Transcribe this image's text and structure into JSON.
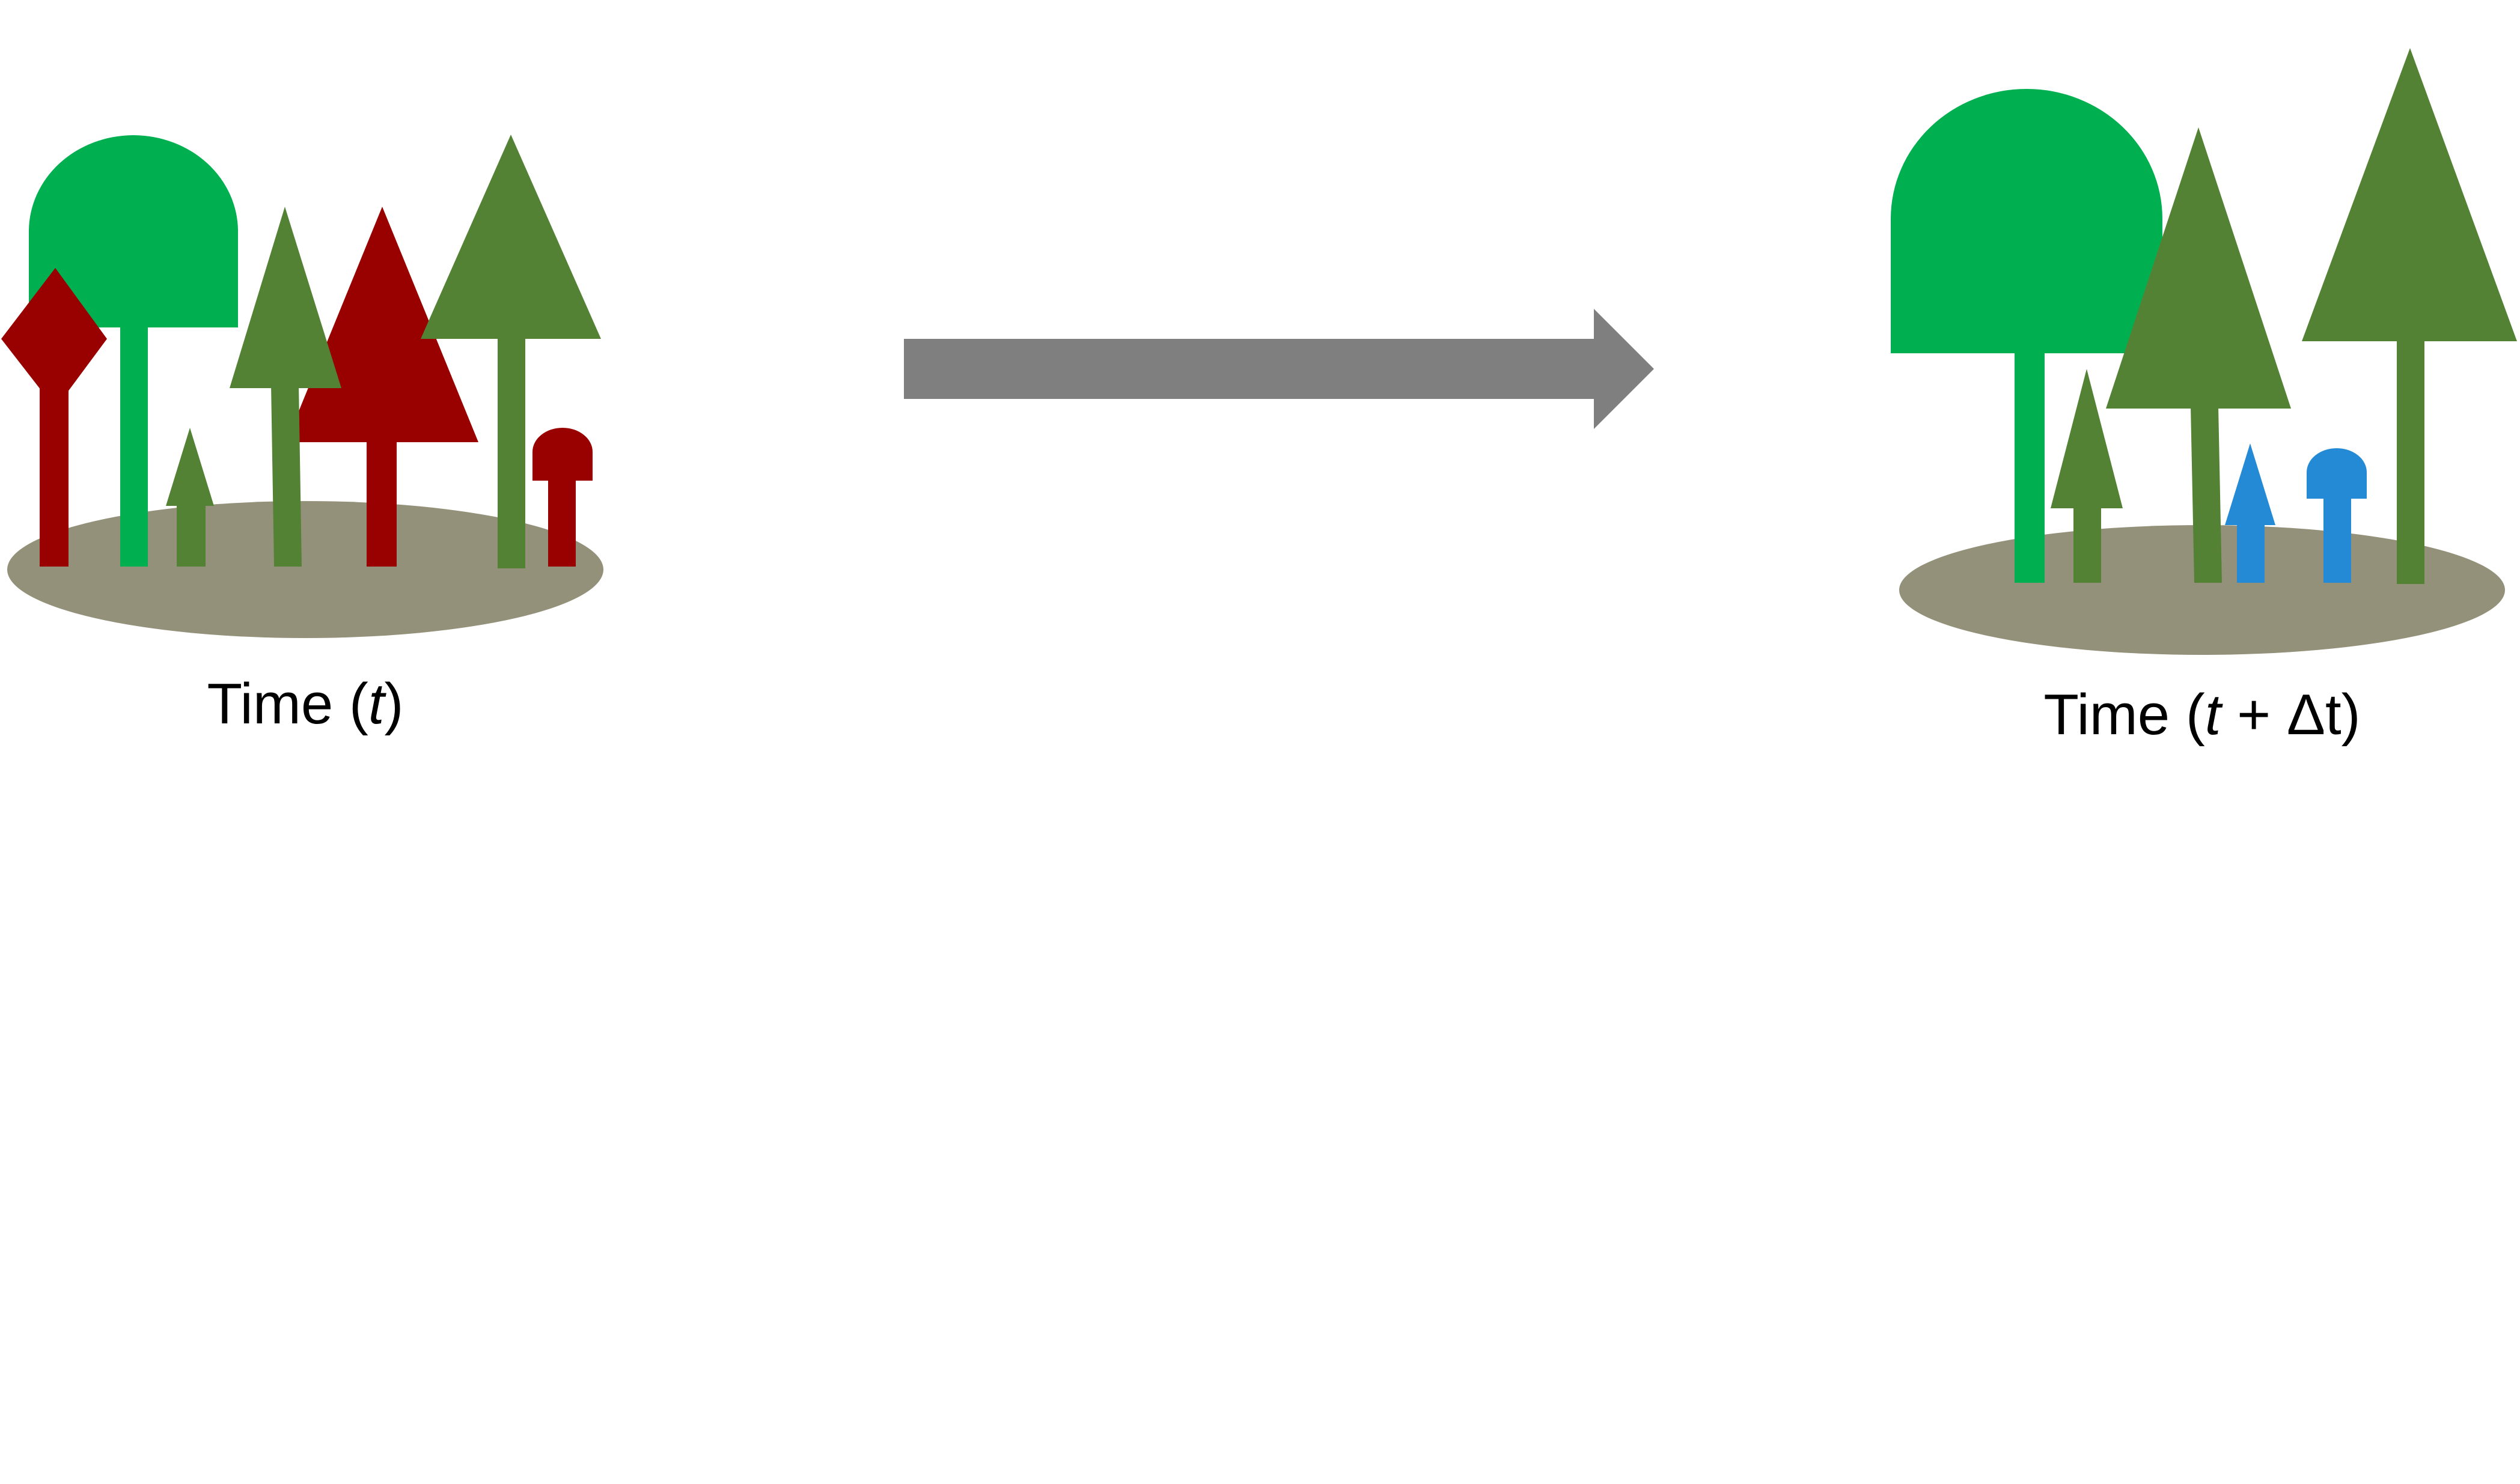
{
  "colors": {
    "background": "#ffffff",
    "ground": "#94917b",
    "bright_green_tree": "#00b050",
    "olive_green_tree": "#548235",
    "dark_red_tree": "#990000",
    "blue_tree": "#258ad6",
    "arrow": "#7f7f7f",
    "caption_text": "#000000"
  },
  "panels": {
    "before": {
      "caption_prefix": "Time (",
      "caption_var": "t",
      "caption_suffix": ")"
    },
    "after": {
      "caption_prefix": "Time (",
      "caption_var": "t",
      "caption_suffix": " + Δt)"
    }
  },
  "arrow_icon": "right-arrow-icon"
}
